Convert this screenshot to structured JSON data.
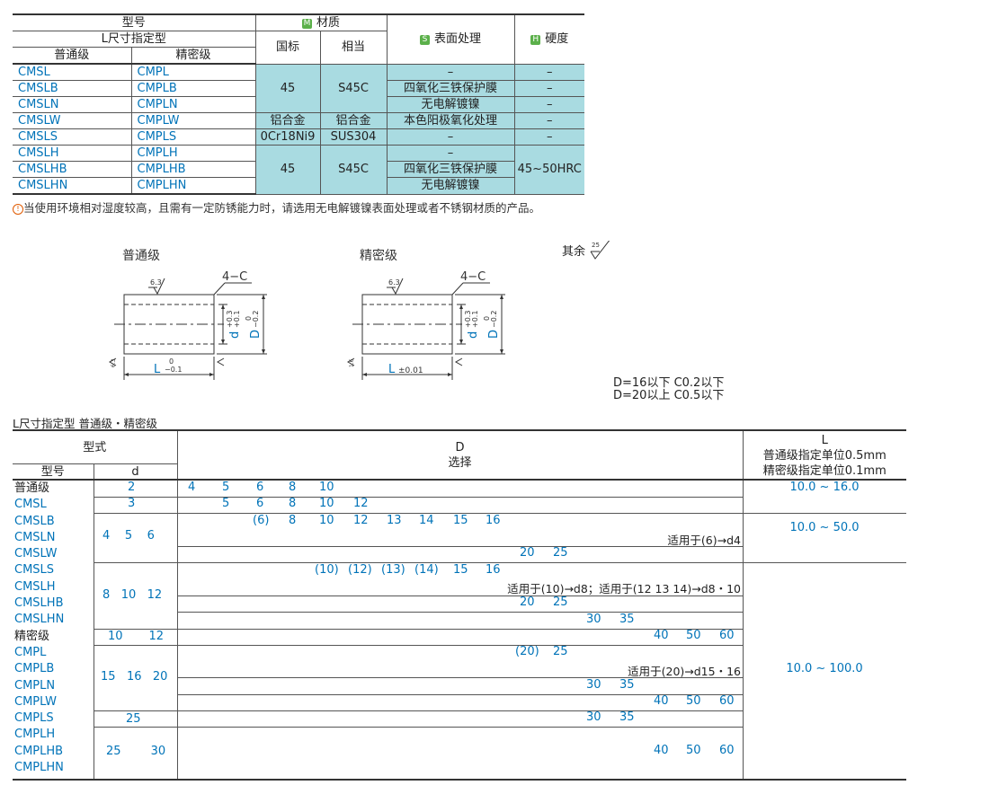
{
  "top_table": {
    "h_model": "型号",
    "h_ltype": "L尺寸指定型",
    "h_normal": "普通级",
    "h_precise": "精密级",
    "h_material_tag": "M",
    "h_material": "材质",
    "h_national": "国标",
    "h_equivalent": "相当",
    "h_surface_tag": "S",
    "h_surface": "表面处理",
    "h_hard_tag": "H",
    "h_hardness": "硬度",
    "rows": [
      {
        "normal": "CMSL",
        "precise": "CMPL",
        "surface": "–",
        "hardness": "–"
      },
      {
        "normal": "CMSLB",
        "precise": "CMPLB",
        "surface": "四氧化三铁保护膜",
        "hardness": "–"
      },
      {
        "normal": "CMSLN",
        "precise": "CMPLN",
        "surface": "无电解镀镍",
        "hardness": "–"
      },
      {
        "normal": "CMSLW",
        "precise": "CMPLW",
        "surface": "本色阳极氧化处理",
        "hardness": "–"
      },
      {
        "normal": "CMSLS",
        "precise": "CMPLS",
        "surface": "–",
        "hardness": "–"
      },
      {
        "normal": "CMSLH",
        "precise": "CMPLH",
        "surface": "–"
      },
      {
        "normal": "CMSLHB",
        "precise": "CMPLHB",
        "surface": "四氧化三铁保护膜"
      },
      {
        "normal": "CMSLHN",
        "precise": "CMPLHN",
        "surface": "无电解镀镍"
      }
    ],
    "mat_45": "45",
    "mat_s45c": "S45C",
    "mat_al": "铝合金",
    "mat_al2": "铝合金",
    "mat_ss": "0Cr18Ni9",
    "mat_sus": "SUS304",
    "mat_45b": "45",
    "mat_s45cb": "S45C",
    "hard_h": "45~50HRC"
  },
  "note": {
    "icon": "!",
    "text": "当使用环境相对湿度较高，且需有一定防锈能力时，请选用无电解镀镍表面处理或者不锈钢材质的产品。"
  },
  "drawing": {
    "normal_label": "普通级",
    "precise_label": "精密级",
    "rest": "其余",
    "rest_val": "25",
    "chamfer": "4−C",
    "rough_63": "6.3",
    "rough_16": "1.6",
    "d_label": "d",
    "d_tol_top": "+0.3",
    "d_tol_bot": "+0.1",
    "D_label": "D",
    "D_tol_top": "0",
    "D_tol_bot": "−0.2",
    "L_label": "L",
    "L_tol_top_normal": "0",
    "L_tol_bot_normal": "−0.1",
    "L_tol_precise": "±0.01",
    "c_note1": "D=16以下  C0.2以下",
    "c_note2": "D=20以上  C0.5以下"
  },
  "bottom": {
    "title": "L尺寸指定型  普通级・精密级",
    "h_type": "型式",
    "h_model": "型号",
    "h_d": "d",
    "h_D": "D",
    "h_select": "选择",
    "h_L": "L",
    "h_L1": "普通级指定单位0.5mm",
    "h_L2": "精密级指定单位0.1mm",
    "models": [
      "普通级",
      "CMSL",
      "CMSLB",
      "CMSLN",
      "CMSLW",
      "CMSLS",
      "CMSLH",
      "CMSLHB",
      "CMSLHN",
      "精密级",
      "CMPL",
      "CMPLB",
      "CMPLN",
      "CMPLW",
      "CMPLS",
      "CMPLH",
      "CMPLHB",
      "CMPLHN"
    ],
    "d_groups": [
      {
        "vals": [
          "2"
        ]
      },
      {
        "vals": [
          "3"
        ]
      },
      {
        "vals": [
          "4",
          "5",
          "6"
        ]
      },
      {
        "vals": [
          "8",
          "10",
          "12"
        ]
      },
      {
        "vals": [
          "10",
          "12"
        ]
      },
      {
        "vals": [
          "15",
          "16",
          "20"
        ]
      },
      {
        "vals": [
          "25"
        ]
      },
      {
        "vals": [
          "25",
          "30"
        ]
      }
    ],
    "D_rows": {
      "r1": [
        "4",
        "5",
        "6",
        "8",
        "10"
      ],
      "r2": [
        "5",
        "6",
        "8",
        "10",
        "12"
      ],
      "r3": [
        "(6)",
        "8",
        "10",
        "12",
        "13",
        "14",
        "15",
        "16"
      ],
      "r3_note": "适用于(6)→d4",
      "r4": [
        "20",
        "25"
      ],
      "r5": [
        "(10)",
        "(12)",
        "(13)",
        "(14)",
        "15",
        "16"
      ],
      "r5_note": "适用于(10)→d8；适用于(12 13 14)→d8・10",
      "r6": [
        "20",
        "25"
      ],
      "r7": [
        "30",
        "35"
      ],
      "r8": [
        "40",
        "50",
        "60"
      ],
      "r9": [
        "(20)",
        "25"
      ],
      "r9_note": "适用于(20)→d15・16",
      "r10": [
        "30",
        "35"
      ],
      "r11": [
        "40",
        "50",
        "60"
      ],
      "r12": [
        "30",
        "35"
      ],
      "r13": [
        "40",
        "50",
        "60"
      ]
    },
    "L_vals": [
      "10.0 ~ 16.0",
      "10.0 ~ 50.0",
      "10.0 ~ 100.0"
    ]
  }
}
